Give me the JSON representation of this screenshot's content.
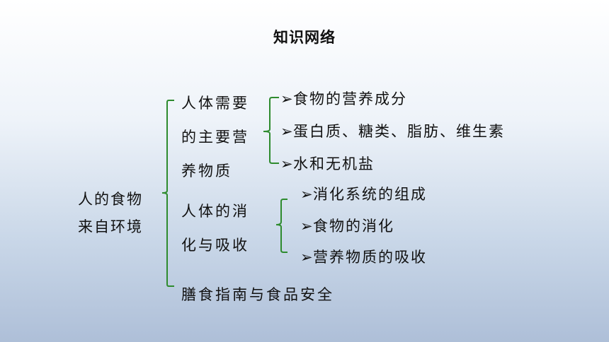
{
  "title": "知识网络",
  "root": {
    "line1": "人的食物",
    "line2": "来自环境"
  },
  "branches": [
    {
      "lines": [
        "人体需要",
        "的主要营",
        "养物质"
      ],
      "items": [
        "食物的营养成分",
        "蛋白质、糖类、脂肪、维生素",
        "水和无机盐"
      ]
    },
    {
      "lines": [
        "人体的消",
        "化与吸收"
      ],
      "items": [
        "消化系统的组成",
        "食物的消化",
        "营养物质的吸收"
      ]
    },
    {
      "label": "膳食指南与食品安全"
    }
  ],
  "bullet_glyph": "➢",
  "colors": {
    "bracket": "#2e8b2e"
  }
}
